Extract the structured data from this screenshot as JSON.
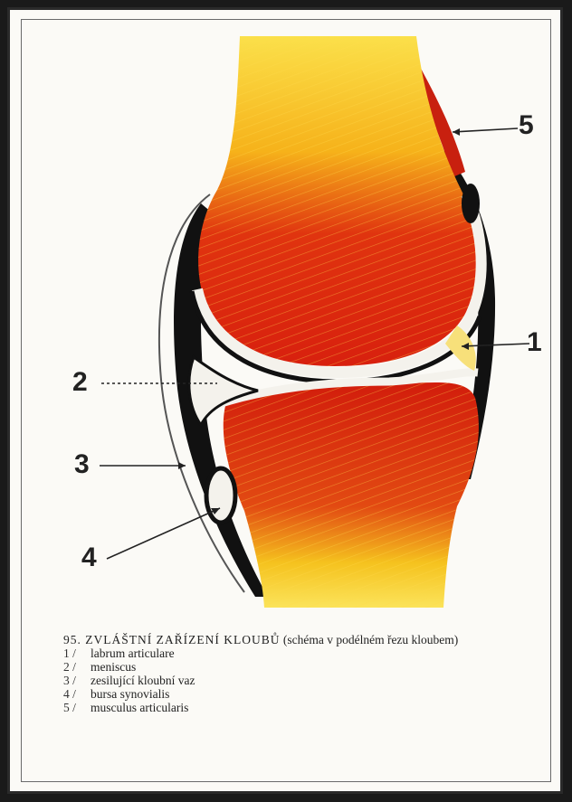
{
  "figure": {
    "callouts": [
      "1",
      "2",
      "3",
      "4",
      "5"
    ],
    "caption_title": "95. ZVLÁŠTNÍ   ZAŘÍZENÍ   KLOUBŮ",
    "caption_subtitle": "(schéma v podélném řezu kloubem)",
    "legend": [
      {
        "num": "1 /",
        "text": "labrum articulare"
      },
      {
        "num": "2 /",
        "text": "meniscus"
      },
      {
        "num": "3 /",
        "text": "zesilující kloubní vaz"
      },
      {
        "num": "4 /",
        "text": "bursa synovialis"
      },
      {
        "num": "5 /",
        "text": "musculus articularis"
      }
    ]
  },
  "colors": {
    "bone_red": "#d9230f",
    "bone_yellow": "#f7d21c",
    "capsule_dark": "#111111",
    "cartilage": "#f4f2ec",
    "background": "#fbfaf6"
  }
}
